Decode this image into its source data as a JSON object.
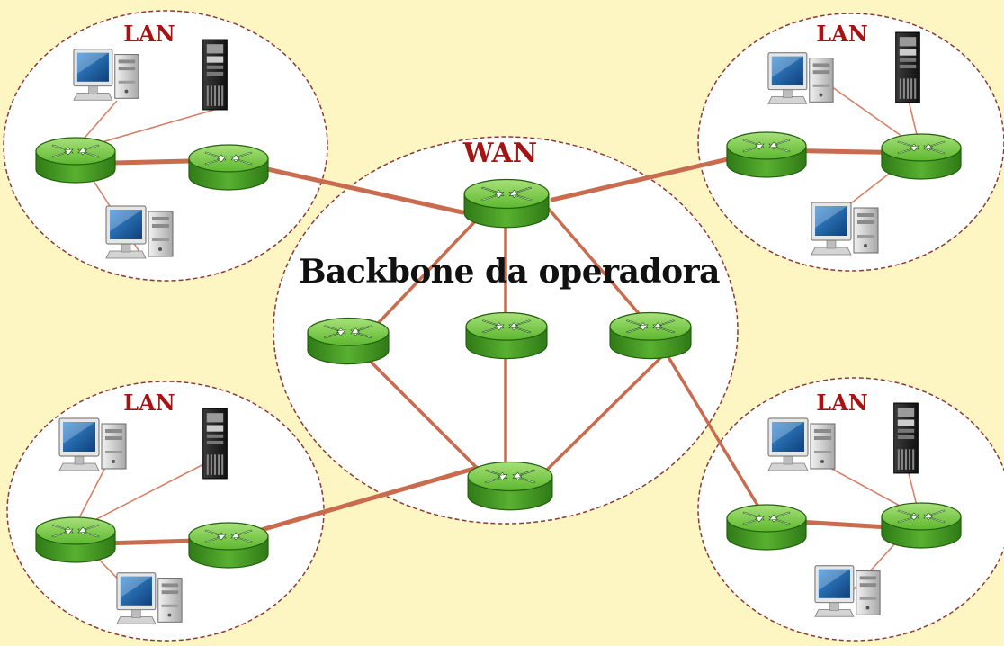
{
  "colors": {
    "background": "#fdf6c3",
    "cloud_fill": "#ffffff",
    "cloud_border": "#8b3a3a",
    "link": "#c96b4e",
    "label_red": "#a31515",
    "router_green": "#5cb82e"
  },
  "icons": {
    "router": "router-icon",
    "server": "server-icon",
    "workstation": "workstation-icon"
  },
  "wan": {
    "label": "WAN",
    "backbone_label": "Backbone da operadora"
  },
  "lans": [
    {
      "label": "LAN"
    },
    {
      "label": "LAN"
    },
    {
      "label": "LAN"
    },
    {
      "label": "LAN"
    }
  ]
}
